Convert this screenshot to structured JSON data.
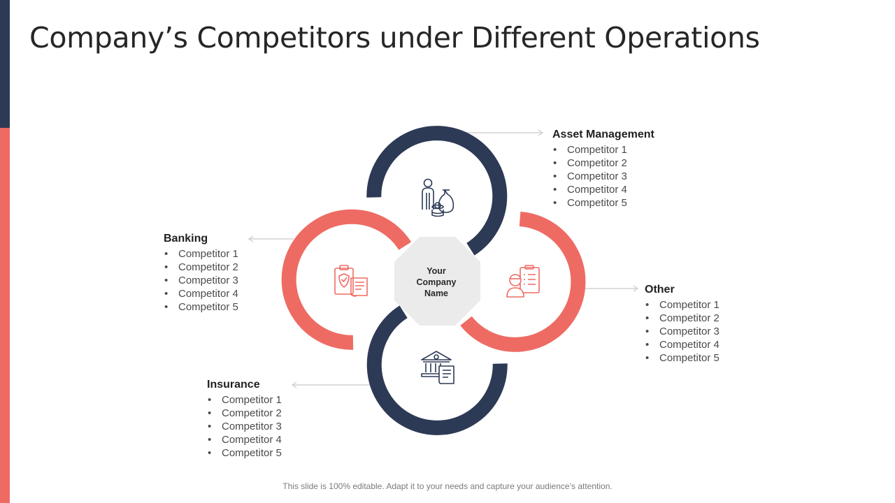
{
  "title": "Company’s Competitors under Different Operations",
  "center": {
    "lines": [
      "Your",
      "Company",
      "Name"
    ]
  },
  "segments": {
    "asset_management": {
      "heading": "Asset Management",
      "icon": "investor-money-icon",
      "items": [
        "Competitor 1",
        "Competitor 2",
        "Competitor 3",
        "Competitor 4",
        "Competitor 5"
      ]
    },
    "banking": {
      "heading": "Banking",
      "icon": "insurance-policy-icon",
      "items": [
        "Competitor 1",
        "Competitor 2",
        "Competitor 3",
        "Competitor 4",
        "Competitor 5"
      ]
    },
    "other": {
      "heading": "Other",
      "icon": "consultant-report-icon",
      "items": [
        "Competitor 1",
        "Competitor 2",
        "Competitor 3",
        "Competitor 4",
        "Competitor 5"
      ]
    },
    "insurance": {
      "heading": "Insurance",
      "icon": "bank-document-icon",
      "items": [
        "Competitor 1",
        "Competitor 2",
        "Competitor 3",
        "Competitor 4",
        "Competitor 5"
      ]
    }
  },
  "colors": {
    "navy": "#2d3a55",
    "coral": "#ee6b64",
    "center_fill": "#ebebeb"
  },
  "footer": "This slide is 100% editable. Adapt it to your needs and capture your audience’s attention."
}
